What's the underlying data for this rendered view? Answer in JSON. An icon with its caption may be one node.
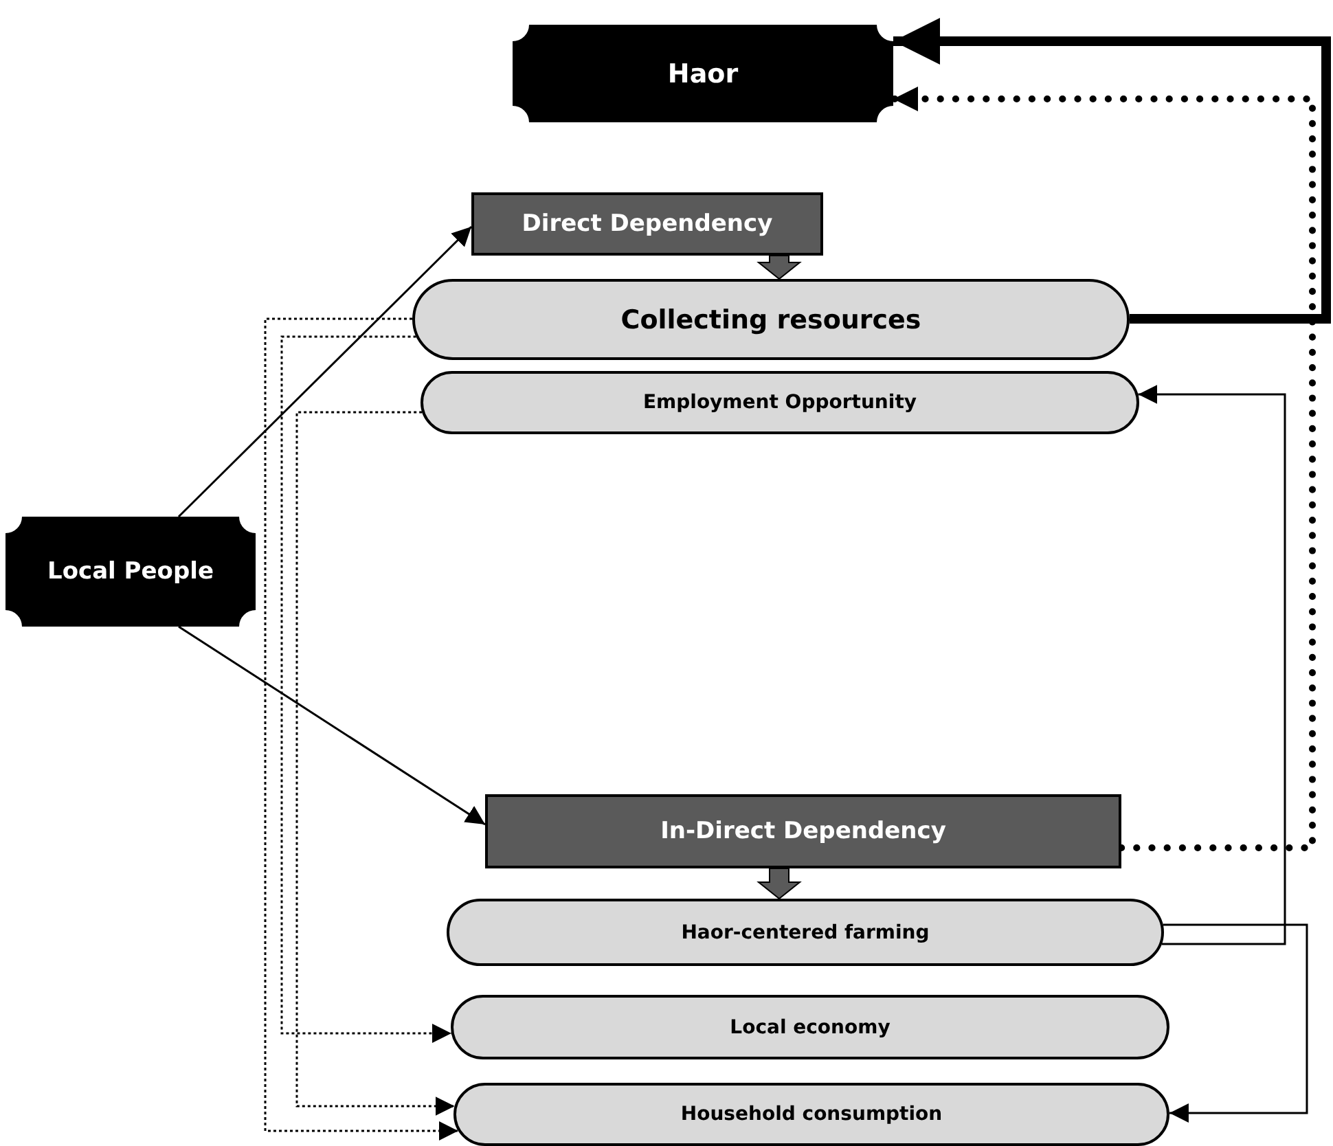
{
  "diagram": {
    "nodes": [
      {
        "text": [
          "Haor"
        ]
      },
      {
        "text": [
          "Direct Dependency"
        ]
      },
      {
        "text": [
          "Collecting resources"
        ]
      },
      {
        "text": [
          "Employment Opportunity"
        ]
      },
      {
        "text": [
          "Local People"
        ]
      },
      {
        "text": [
          "In-Direct Dependency"
        ]
      },
      {
        "text": [
          "Haor-centered farming"
        ]
      },
      {
        "text": [
          "Local economy"
        ]
      },
      {
        "text": [
          "Household consumption"
        ]
      }
    ],
    "edges": [
      {
        "from": 4,
        "to": 1,
        "arrow": "to"
      },
      {
        "from": 4,
        "to": 5,
        "arrow": "to"
      },
      {
        "from": 1,
        "to": 2,
        "arrow": "to",
        "color": "#5a5a5a"
      },
      {
        "from": 5,
        "to": 6,
        "arrow": "to",
        "color": "#5a5a5a"
      },
      {
        "from": 2,
        "to": 0,
        "arrow": "to",
        "style": "thick"
      },
      {
        "from": 5,
        "to": 0,
        "arrow": "to",
        "style": "dashed"
      },
      {
        "from": 6,
        "to": 3,
        "arrow": "to"
      },
      {
        "from": 6,
        "to": 8,
        "arrow": "to"
      },
      {
        "from": 2,
        "to": 8,
        "arrow": "to",
        "style": "dashed"
      },
      {
        "from": 2,
        "to": 7,
        "arrow": "to",
        "style": "dashed"
      },
      {
        "from": 3,
        "to": 8,
        "arrow": "to",
        "style": "dashed"
      }
    ]
  }
}
